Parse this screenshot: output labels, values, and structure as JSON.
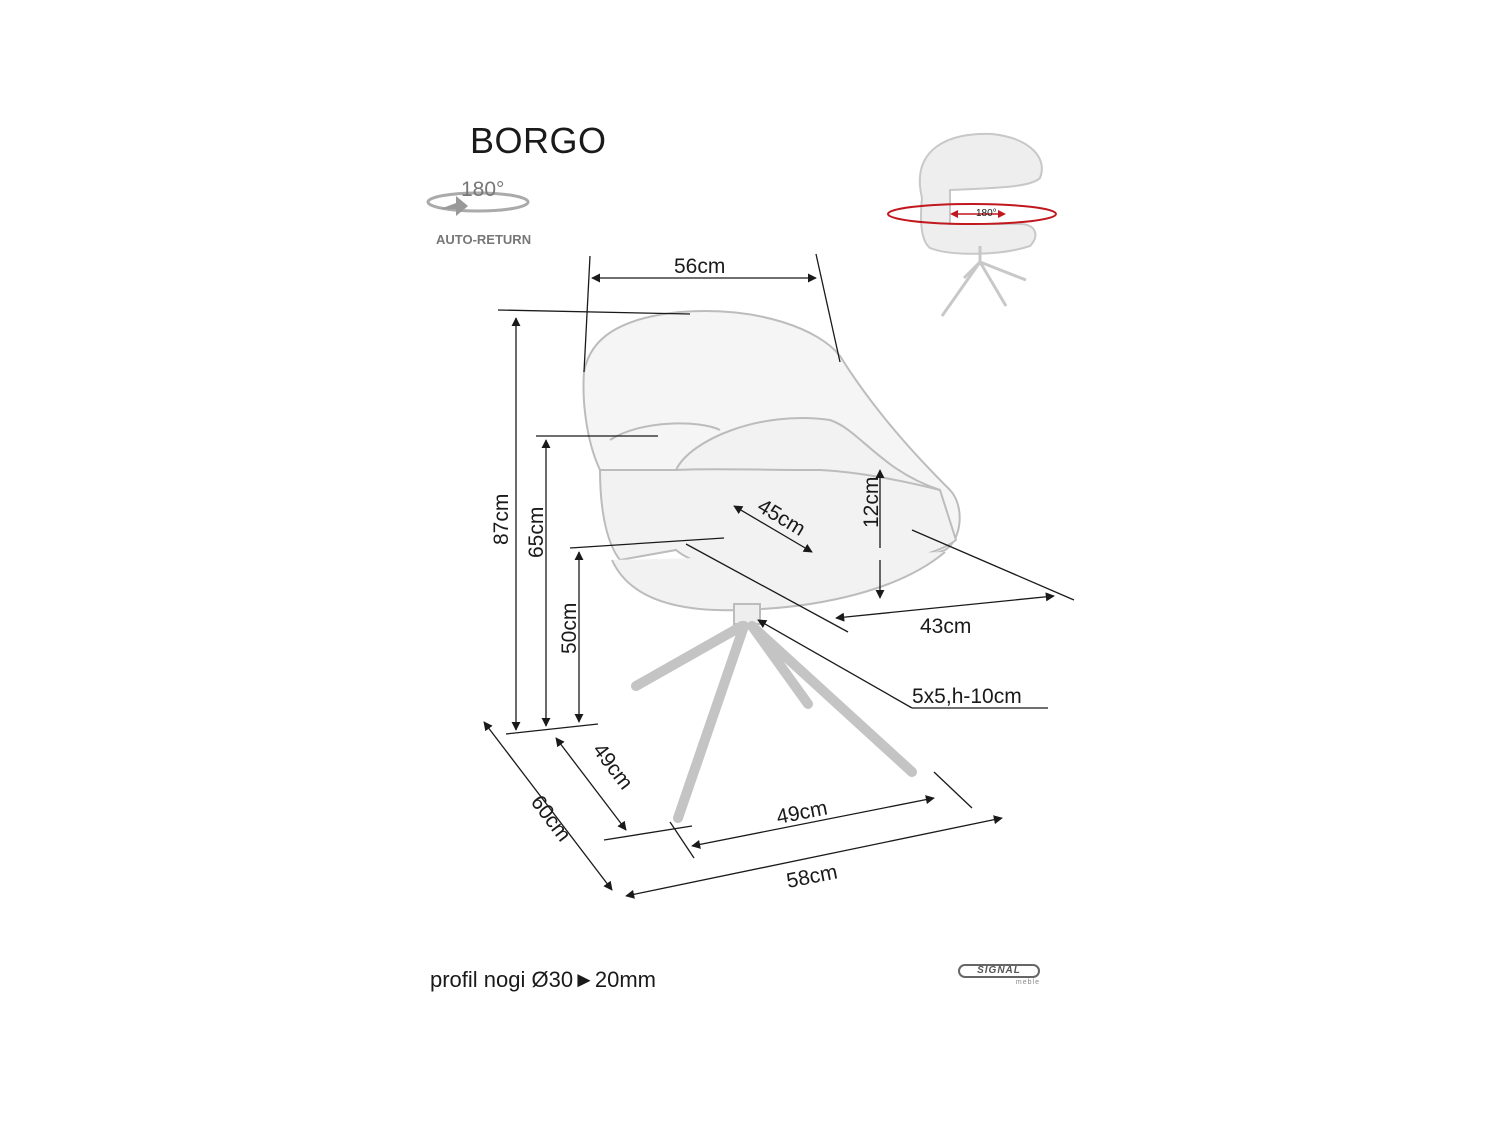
{
  "product": {
    "title": "BORGO",
    "rotation_label": "180°",
    "auto_return_label": "AUTO-RETURN",
    "thumb_rotation_label": "180°"
  },
  "dimensions": {
    "width_top": "56cm",
    "height_total": "87cm",
    "height_armrest": "65cm",
    "height_seat": "50cm",
    "seat_depth": "45cm",
    "armrest_gap": "12cm",
    "seat_width": "43cm",
    "base_plate": "5x5,h-10cm",
    "leg_depth": "49cm",
    "total_depth": "60cm",
    "leg_width": "49cm",
    "total_width": "58cm"
  },
  "footer": {
    "leg_profile": "profil nogi Ø30►20mm",
    "brand": "SIGNAL",
    "brand_sub": "meble"
  },
  "colors": {
    "line": "#1a1a1a",
    "sketch": "#bdbdbd",
    "accent_red": "#c0181e"
  }
}
